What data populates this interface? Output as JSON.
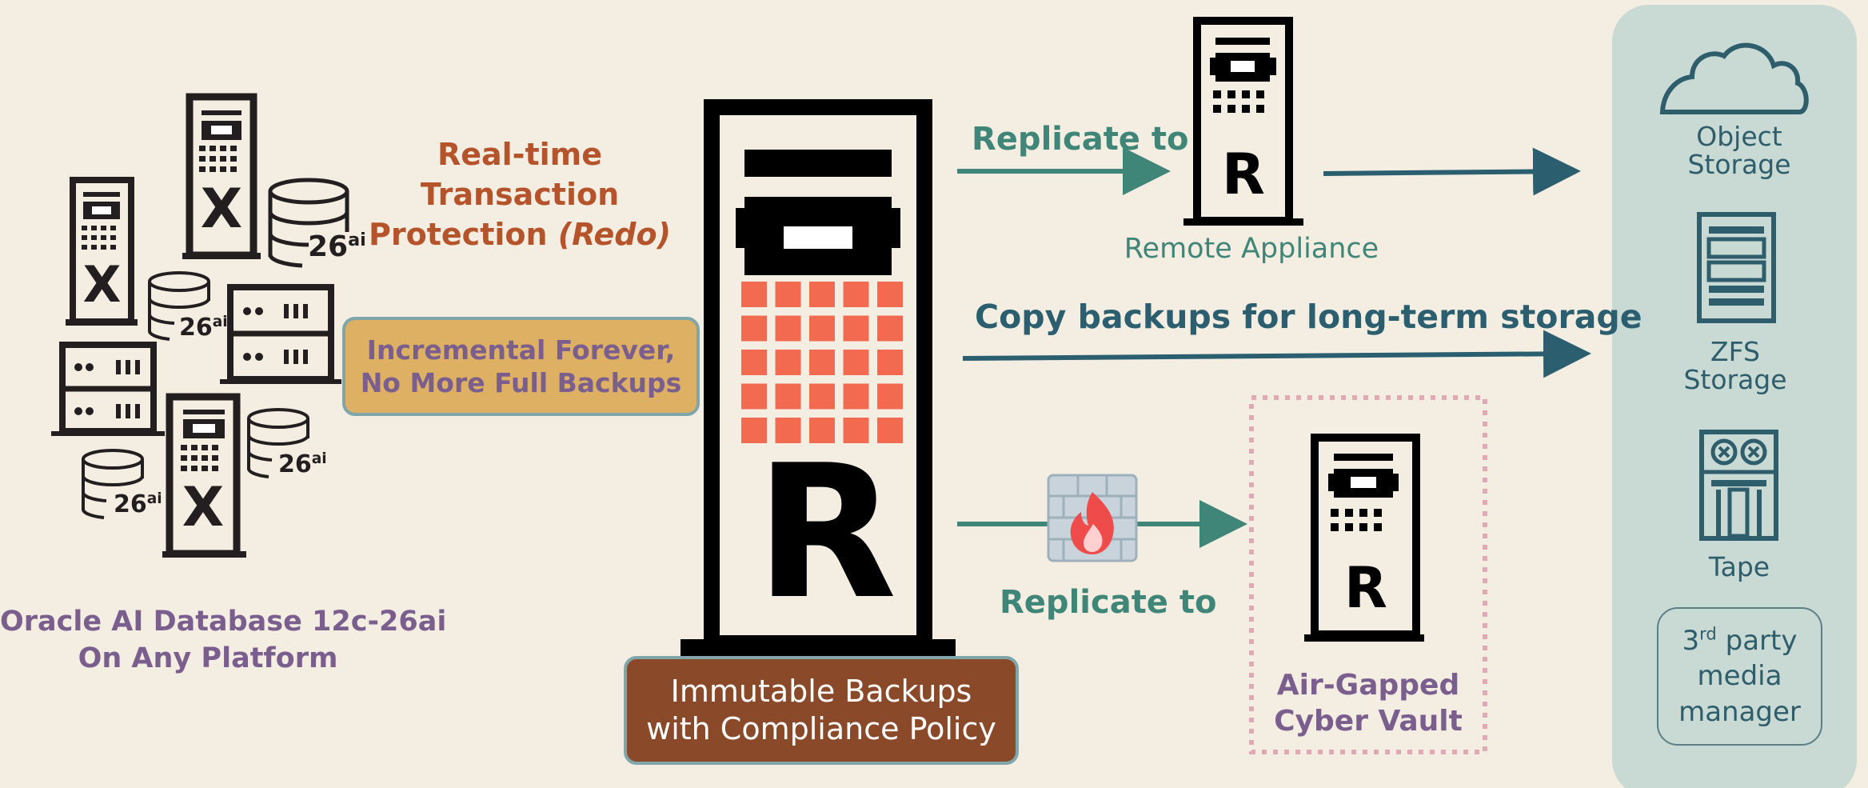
{
  "sources": {
    "db_badge": "26",
    "db_badge_sup": "ai",
    "server_letter": "X",
    "caption_line1": "Oracle AI Database 12c-26ai",
    "caption_line2": "On Any Platform"
  },
  "redo": {
    "line1": "Real-time",
    "line2": "Transaction",
    "line3_prefix": "Protection ",
    "line3_italic": "(Redo)"
  },
  "incremental": {
    "line1": "Incremental Forever,",
    "line2": "No More Full Backups"
  },
  "appliance": {
    "letter": "R",
    "caption_line1": "Immutable Backups",
    "caption_line2": "with Compliance Policy"
  },
  "replicate_top": {
    "label": "Replicate to",
    "target_letter": "R",
    "target_caption": "Remote Appliance"
  },
  "copy_backups": {
    "label": "Copy backups for long-term storage"
  },
  "replicate_bottom": {
    "label": "Replicate to",
    "target_letter": "R",
    "target_caption_line1": "Air-Gapped",
    "target_caption_line2": "Cyber Vault"
  },
  "long_term_storage": {
    "object_line1": "Object",
    "object_line2": "Storage",
    "zfs_line1": "ZFS",
    "zfs_line2": "Storage",
    "tape": "Tape",
    "third_party_num": "3",
    "third_party_sup": "rd",
    "third_party_rest": " party",
    "third_party_line2": "media",
    "third_party_line3": "manager"
  },
  "colors": {
    "background": "#f4eee2",
    "icon": "#231f20",
    "grid_tile": "#f26a4f",
    "teal_arrow": "#3f8578",
    "dark_arrow": "#2b5e6e",
    "panel": "#c9d9d3",
    "incremental_box": "#ddb063",
    "caption_box": "#8a4a2a",
    "vault_border": "#e0a9b4"
  }
}
